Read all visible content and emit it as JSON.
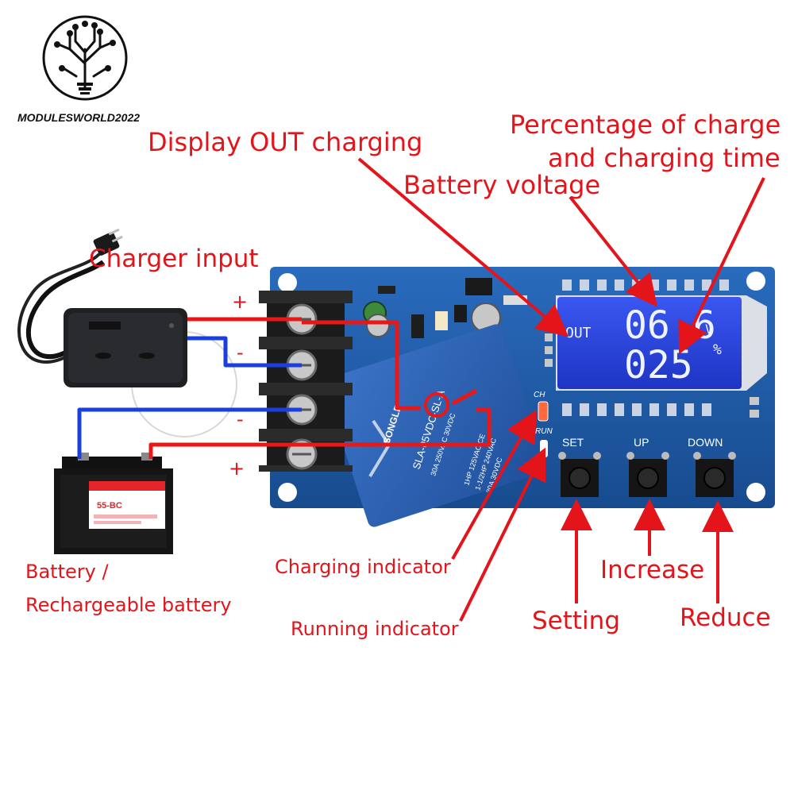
{
  "brand": {
    "name": "MODULESWORLD2022"
  },
  "labels": {
    "display_out": "Display OUT charging",
    "percentage_line1": "Percentage of charge",
    "percentage_line2": "and charging time",
    "battery_voltage": "Battery voltage",
    "charger_input": "Charger input",
    "battery_line1": "Battery /",
    "battery_line2": "Rechargeable battery",
    "charging_indicator": "Charging indicator",
    "running_indicator": "Running indicator",
    "setting": "Setting",
    "increase": "Increase",
    "reduce": "Reduce"
  },
  "polarity": {
    "plus_top": "+",
    "minus_1": "-",
    "minus_2": "-",
    "plus_bottom": "+"
  },
  "lcd": {
    "out": "OUT",
    "voltage": "06.6",
    "volt_unit": "V",
    "percent": "025",
    "percent_unit": "%"
  },
  "board": {
    "ch": "CH",
    "run": "RUN",
    "set": "SET",
    "up": "UP",
    "down": "DOWN"
  },
  "relay": {
    "brand": "SONGLE",
    "model": "SLA-05VDC-SL-A",
    "rating1": "30A 250VAC 30VDC",
    "rating2": "1HP 125VAC CE",
    "rating3": "1-1/2HP 240VAC",
    "rating4": "30A 30VDC"
  },
  "battery": {
    "model": "55-BC"
  },
  "colors": {
    "label_red": "#e4141b",
    "pcb_blue": "#1e5aa8",
    "lcd_blue": "#2a3fd6",
    "wire_red": "#e81818",
    "wire_blue": "#1a3ee0"
  }
}
